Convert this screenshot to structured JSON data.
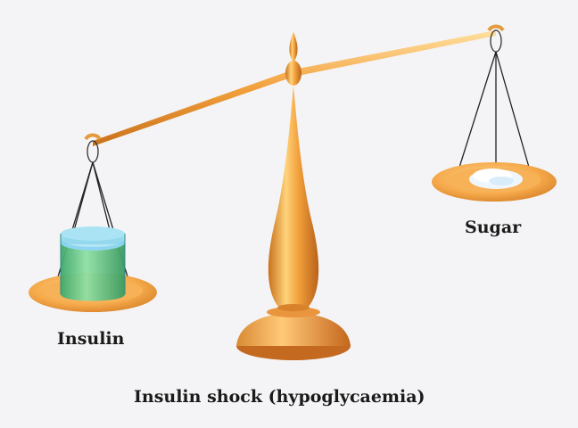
{
  "labels": {
    "sugar": "Sugar",
    "insulin": "Insulin",
    "caption": "Insulin shock (hypoglycaemia)"
  },
  "colors": {
    "background": "#f4f4f6",
    "brass_light": "#ffd27a",
    "brass": "#f2a03c",
    "brass_dark": "#c9711c",
    "liquid_green": "#6fd08a",
    "glass_blue": "#8ed6ef",
    "sugar_white": "#f5fbff"
  },
  "icons": {
    "scale": "balance-scale-icon",
    "insulin_jar": "insulin-jar-icon",
    "sugar_pile": "sugar-pile-icon"
  }
}
